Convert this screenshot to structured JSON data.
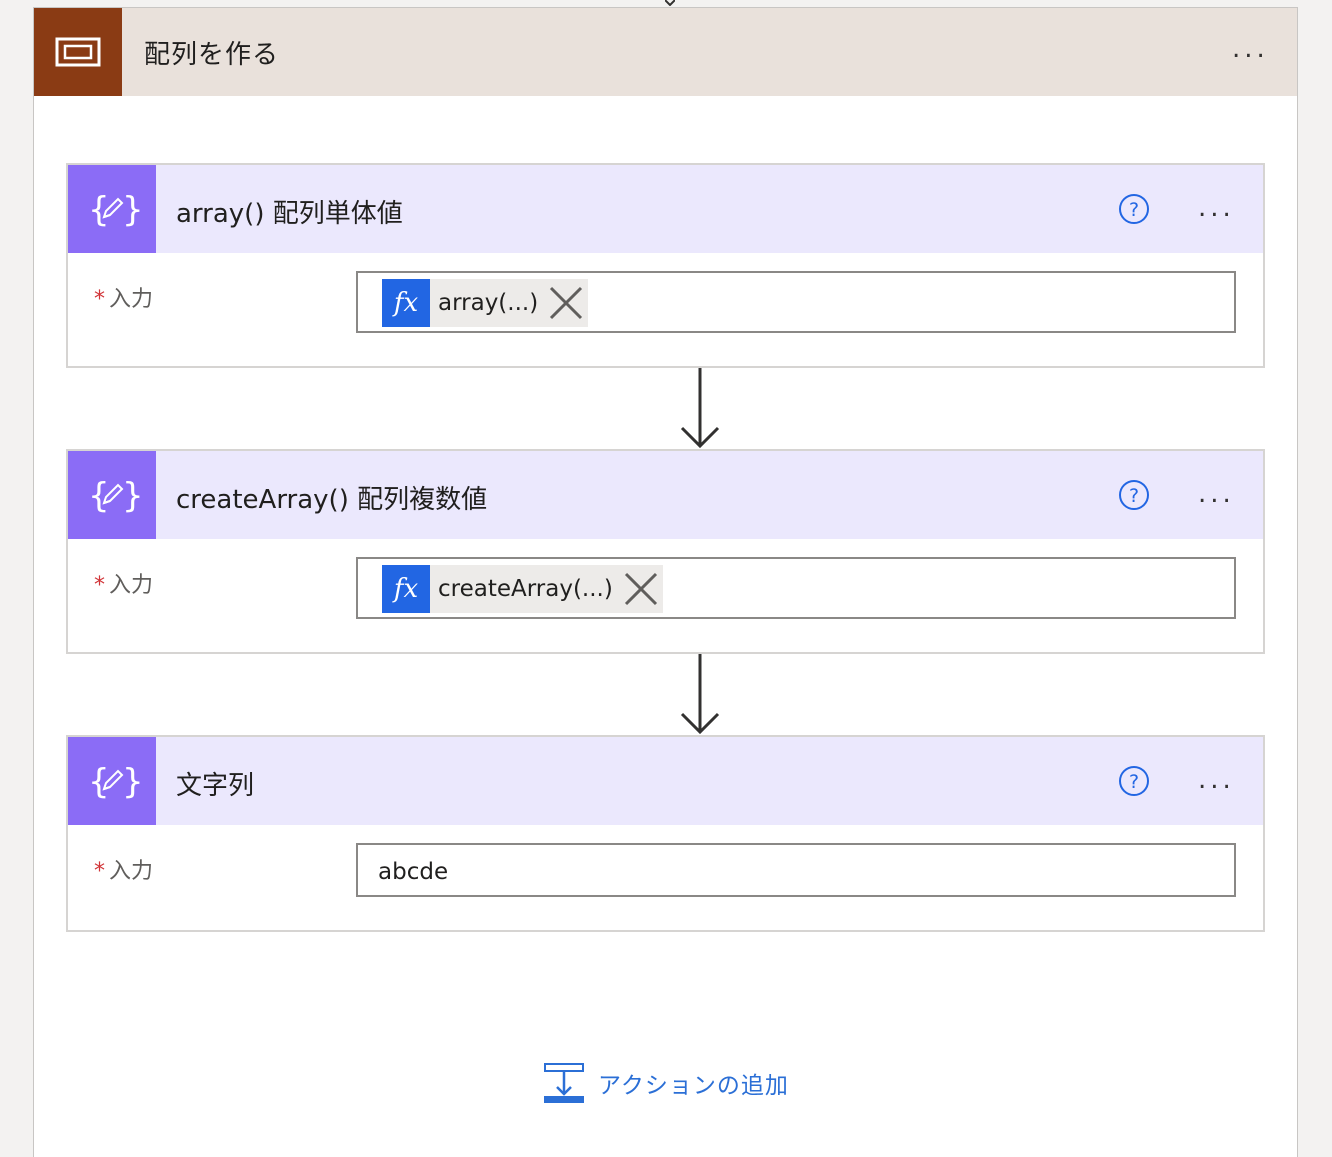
{
  "scope": {
    "title": "配列を作る",
    "icon": "scope-icon",
    "more_label": "..."
  },
  "actions": [
    {
      "title": "array() 配列単体値",
      "icon": "variable-icon",
      "field_label": "入力",
      "required_mark": "*",
      "token": {
        "fx_label": "fx",
        "text": "array(...)"
      }
    },
    {
      "title": "createArray() 配列複数値",
      "icon": "variable-icon",
      "field_label": "入力",
      "required_mark": "*",
      "token": {
        "fx_label": "fx",
        "text": "createArray(...)"
      }
    },
    {
      "title": "文字列",
      "icon": "variable-icon",
      "field_label": "入力",
      "required_mark": "*",
      "value": "abcde"
    }
  ],
  "more_label": "...",
  "add_action": {
    "label": "アクションの追加",
    "icon": "add-action-icon"
  },
  "colors": {
    "scope_header_bg": "#e9e1db",
    "scope_icon_bg": "#8a3b14",
    "action_header_bg": "#ebe8fd",
    "action_icon_bg": "#8b6cf6",
    "token_fx_bg": "#2266e3",
    "link_blue": "#2b6fd6",
    "required_red": "#d13438"
  }
}
